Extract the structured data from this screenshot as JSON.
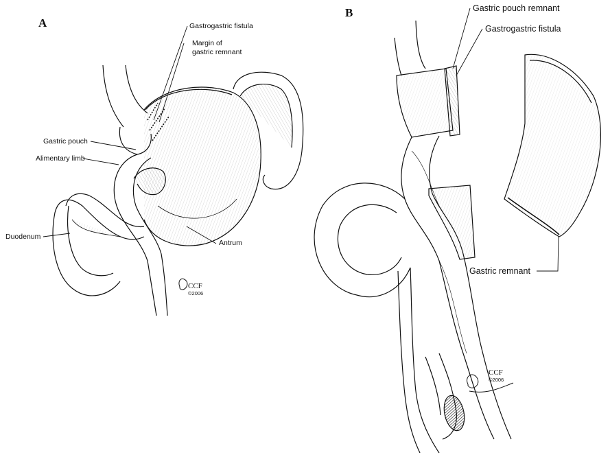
{
  "figure": {
    "panel_a": {
      "letter": "A",
      "labels": {
        "gastrogastric_fistula": "Gastrogastric fistula",
        "margin_line1": "Margin of",
        "margin_line2": "gastric remnant",
        "gastric_pouch": "Gastric pouch",
        "alimentary_limb": "Alimentary limb",
        "duodenum": "Duodenum",
        "antrum": "Antrum"
      },
      "signature": {
        "mark": "CCF",
        "year": "©2006"
      }
    },
    "panel_b": {
      "letter": "B",
      "labels": {
        "gastric_pouch_remnant": "Gastric pouch remnant",
        "gastrogastric_fistula": "Gastrogastric fistula",
        "gastric_remnant": "Gastric remnant"
      },
      "signature": {
        "mark": "CCF",
        "year": "©2006"
      }
    },
    "colors": {
      "ink": "#111111",
      "background": "#ffffff"
    }
  }
}
